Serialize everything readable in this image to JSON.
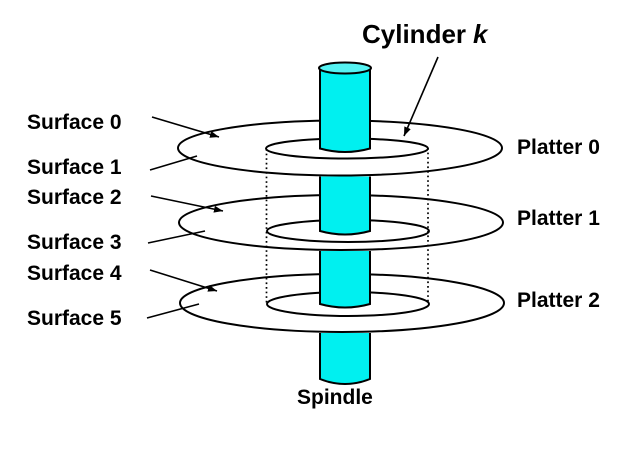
{
  "colors": {
    "background": "#FFFFFF",
    "outline": "#000000",
    "text": "#000000",
    "spindle_body": "#00F0F0",
    "spindle_cap": "#55F2F2"
  },
  "cylinder_label": {
    "prefix": "Cylinder",
    "variable": "k"
  },
  "surfaces": [
    {
      "label": "Surface 0"
    },
    {
      "label": "Surface 1"
    },
    {
      "label": "Surface 2"
    },
    {
      "label": "Surface 3"
    },
    {
      "label": "Surface 4"
    },
    {
      "label": "Surface 5"
    }
  ],
  "platters": [
    {
      "label": "Platter 0"
    },
    {
      "label": "Platter 1"
    },
    {
      "label": "Platter 2"
    }
  ],
  "spindle": {
    "label": "Spindle"
  }
}
